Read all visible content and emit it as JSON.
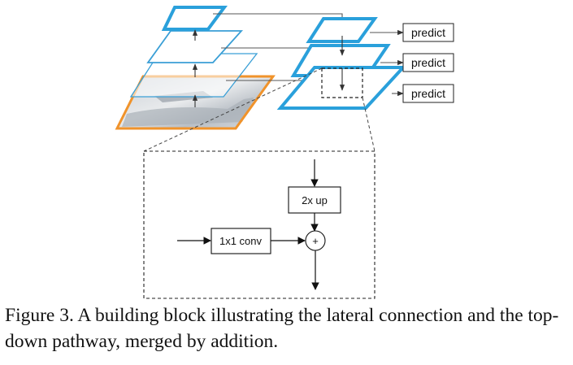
{
  "diagram": {
    "predict_labels": [
      "predict",
      "predict",
      "predict"
    ],
    "block": {
      "upsample_label": "2x up",
      "lateral_label": "1x1 conv",
      "merge_symbol": "+"
    },
    "colors": {
      "topdown_stroke": "#2aa0db",
      "bottomup_stroke": "#3a9fd6",
      "image_border": "#f0932b",
      "line": "#333333"
    },
    "icons": [
      "photo-thumbnail"
    ]
  },
  "caption": {
    "text": "Figure 3. A building block illustrating the lateral connection and the top-down pathway, merged by addition."
  }
}
